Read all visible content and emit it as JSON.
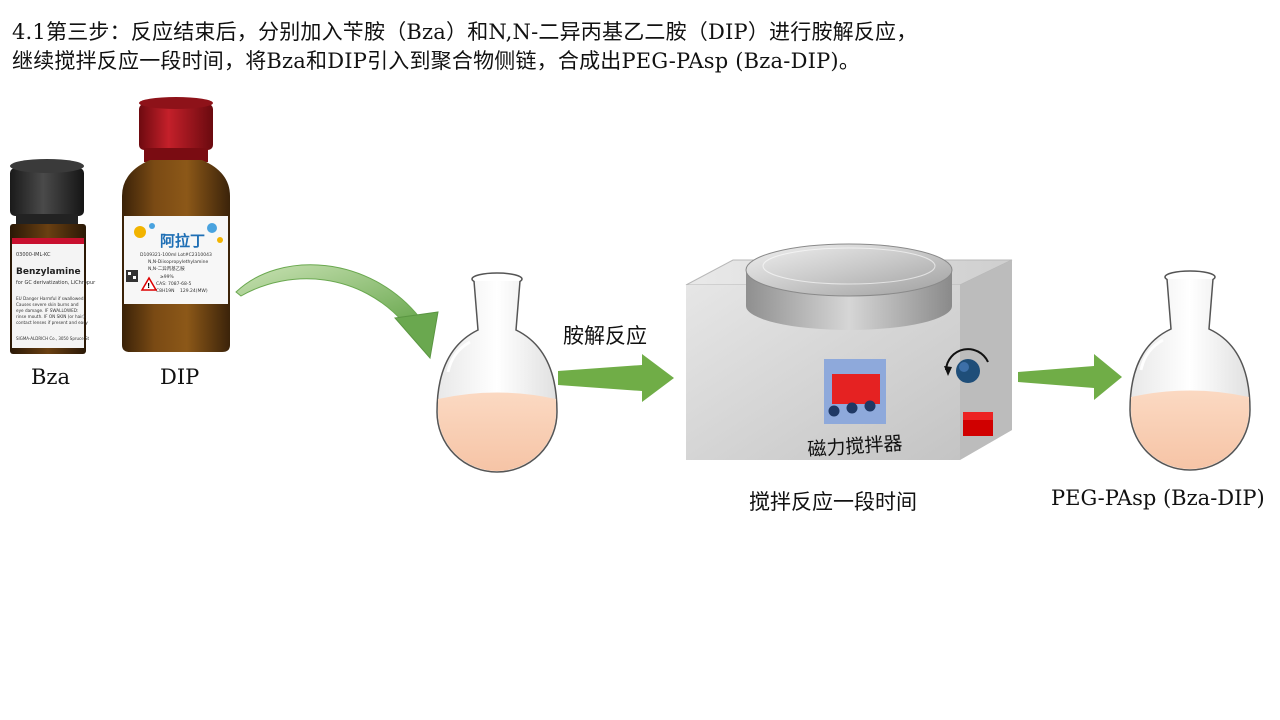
{
  "title": {
    "line1": "4.1第三步：反应结束后，分别加入苄胺（Bza）和N,N-二异丙基乙二胺（DIP）进行胺解反应，",
    "line2": "继续搅拌反应一段时间，将Bza和DIP引入到聚合物侧链，合成出PEG-PAsp (Bza-DIP)。"
  },
  "reagents": {
    "bza": {
      "label": "Bza",
      "bottle_code": "03000-IML-KC",
      "bottle_name": "Benzylamine",
      "bottle_subtitle": "for GC derivatization, LiChropur",
      "bottle_lines": [
        "EU Danger Harmful if swallowed.",
        "Causes severe skin burns and",
        "eye damage. IF SWALLOWED:",
        "rinse mouth. IF ON SKIN (or hair):",
        "contact lenses if present and easy"
      ],
      "bottle_footer": "SIGMA-ALDRICH Co., 3050 Spruce St"
    },
    "dip": {
      "label": "DIP",
      "bottle_brand": "阿拉丁",
      "bottle_lines": [
        "D109321-100ml   Lot#C2310043",
        "N,N-Diisopropylethylamine",
        "N,N-二异丙基乙胺"
      ],
      "bottle_purity": "≥99%",
      "bottle_cas": "CAS: 7087-68-5",
      "bottle_formula": "C8H19N",
      "bottle_mw": "129.24(MW)"
    }
  },
  "steps": {
    "aminolysis_label": "胺解反应",
    "stirrer_label": "磁力搅拌器",
    "stir_time_label": "搅拌反应一段时间",
    "product_label": "PEG-PAsp (Bza-DIP)"
  },
  "colors": {
    "arrow_green": "#70AD47",
    "flask_liquid": "#F8CBAD",
    "stirrer_body": "#D9D9D9",
    "display_red": "#E52222",
    "panel_blue": "#8EA9DB",
    "button_red": "#D00000",
    "dip_cap_red": "#B3121D",
    "bza_cap_black": "#2A2A2A"
  }
}
